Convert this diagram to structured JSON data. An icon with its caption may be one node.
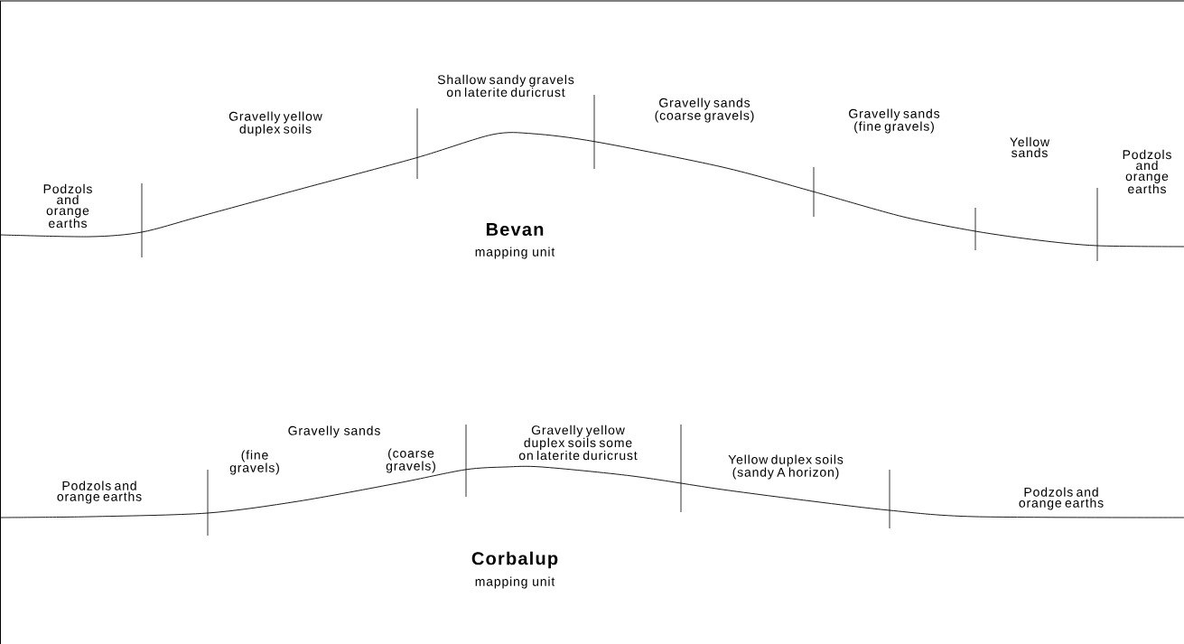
{
  "diagram": {
    "labels": [
      "Podzols and orange earths",
      "Gravelly yellow duplex soils",
      "Shallow sandy gravels on laterite duricrust",
      "Gravelly sands (coarse gravels)",
      "Gravelly sands (fine gravels)",
      "Yellow sands",
      "Podzols and orange earths",
      "Bevan",
      "mapping unit",
      "Gravelly yellow duplex soils some on laterite duricrust",
      "Gravelly sands",
      "(fine gravels)",
      "(coarse gravels)",
      "Yellow duplex soils (sandy A horizon)",
      "Podzols and orange earths",
      "Podzols and orange earths",
      "Corbalup",
      "mapping unit"
    ]
  }
}
